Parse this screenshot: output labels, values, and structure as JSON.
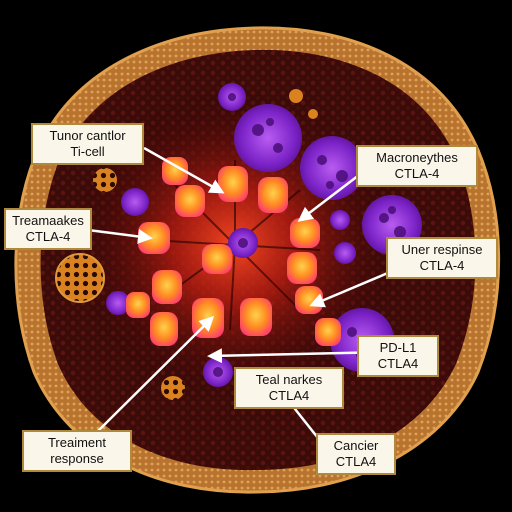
{
  "labels": [
    {
      "id": "tumor",
      "line1": "Tunor cantlor",
      "line2": "Ti-cell"
    },
    {
      "id": "macro",
      "line1": "Macroneythes",
      "line2": "CTLA-4"
    },
    {
      "id": "trean",
      "line1": "Treamaakes",
      "line2": "CTLA-4"
    },
    {
      "id": "uner",
      "line1": "Uner respinse",
      "line2": "CTLA-4"
    },
    {
      "id": "pdl1",
      "line1": "PD-L1",
      "line2": "CTLA4"
    },
    {
      "id": "teal",
      "line1": "Teal narkes",
      "line2": "CTLA4"
    },
    {
      "id": "treatment",
      "line1": "Treaiment",
      "line2": "response"
    },
    {
      "id": "cancer",
      "line1": "Cancier",
      "line2": "CTLA4"
    }
  ],
  "colors": {
    "background": "#000000",
    "rim": "#c9853c",
    "tissue": "#3b0a08",
    "core_glow": "#d2281a",
    "tcell": "#ff7a1f",
    "tcell_pink": "#ff3c74",
    "macrophage": "#8a2bd8",
    "label_fill": "#fbf6ea",
    "label_border": "#b08a3c",
    "arrow": "#ffffff"
  }
}
